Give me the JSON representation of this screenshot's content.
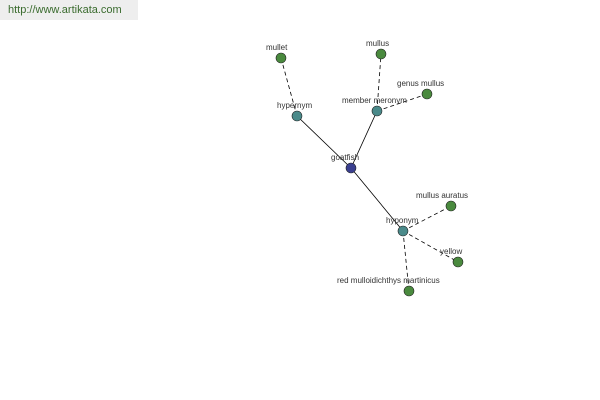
{
  "watermark": "http://www.artikata.com",
  "colors": {
    "center": "#3a3f8f",
    "relation": "#4a8a8a",
    "leaf": "#4a8a3e",
    "edge": "#000000"
  },
  "graph": {
    "center": "goatfish",
    "relations": [
      {
        "label": "hypernym",
        "leaves": [
          "mullet"
        ]
      },
      {
        "label": "member meronym",
        "leaves": [
          "mullus",
          "genus mullus"
        ]
      },
      {
        "label": "hyponym",
        "leaves": [
          "mullus auratus",
          "yellow",
          "red mulloidichthys martinicus"
        ]
      }
    ]
  }
}
